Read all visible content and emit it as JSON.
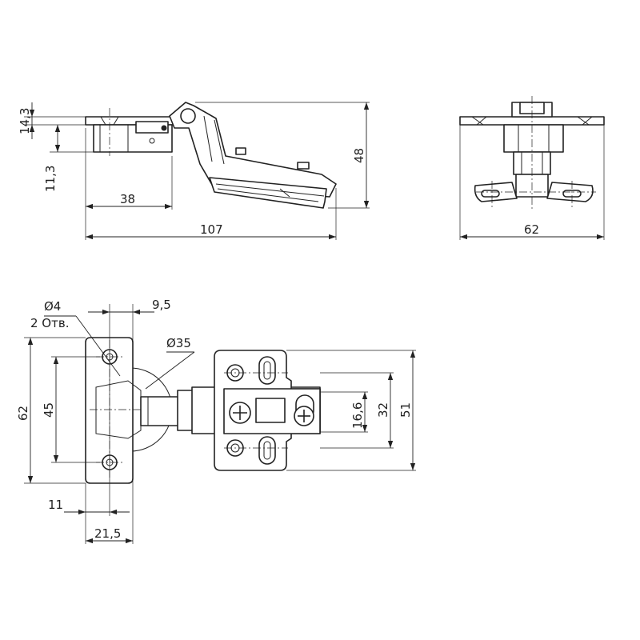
{
  "dimensions": {
    "d14_3": "14,3",
    "d11_3": "11,3",
    "d38": "38",
    "d107": "107",
    "d48": "48",
    "d62_top": "62",
    "d4": "Ø4",
    "holes": "2 Отв.",
    "d9_5": "9,5",
    "d35": "Ø35",
    "d62_left": "62",
    "d45": "45",
    "d11": "11",
    "d21_5": "21,5",
    "d16_6": "16,6",
    "d32": "32",
    "d51": "51"
  }
}
